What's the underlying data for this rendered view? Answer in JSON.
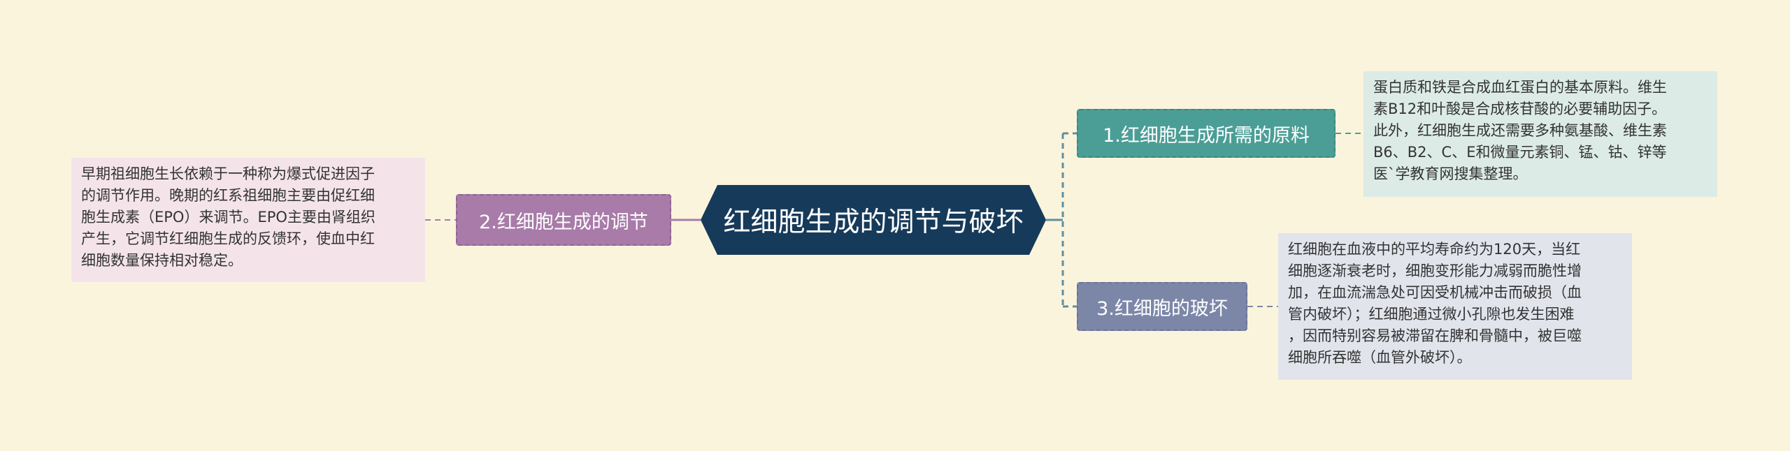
{
  "central": {
    "title": "红细胞生成的调节与破坏"
  },
  "branches": [
    {
      "label": "1.红细胞生成所需的原料",
      "detail": [
        "蛋白质和铁是合成血红蛋白的基本原料。维生",
        "素B12和叶酸是合成核苷酸的必要辅助因子。",
        "此外，红细胞生成还需要多种氨基酸、维生素",
        "B6、B2、C、E和微量元素铜、锰、钴、锌等",
        "医`学教育网搜集整理。"
      ]
    },
    {
      "label": "2.红细胞生成的调节",
      "detail": [
        "早期祖细胞生长依赖于一种称为爆式促进因子",
        "的调节作用。晚期的红系祖细胞主要由促红细",
        "胞生成素（EPO）来调节。EPO主要由肾组织",
        "产生，它调节红细胞生成的反馈环，使血中红",
        "细胞数量保持相对稳定。"
      ]
    },
    {
      "label": "3.红细胞的玻坏",
      "detail": [
        "红细胞在血液中的平均寿命约为120天，当红",
        "细胞逐渐衰老时，细胞变形能力减弱而脆性增",
        "加，在血流湍急处可因受机械冲击而破损（血",
        "管内破坏）；红细胞通过微小孔隙也发生困难",
        "，因而特别容易被滞留在脾和骨髓中，被巨噬",
        "细胞所吞噬（血管外破坏）。"
      ]
    }
  ],
  "colors": {
    "background": "#fbf4dc",
    "central": "#163a5a",
    "branch1": "#4b9e96",
    "branch2": "#a87ba9",
    "branch3": "#7c87a8",
    "connector": "#5f8fa0"
  }
}
